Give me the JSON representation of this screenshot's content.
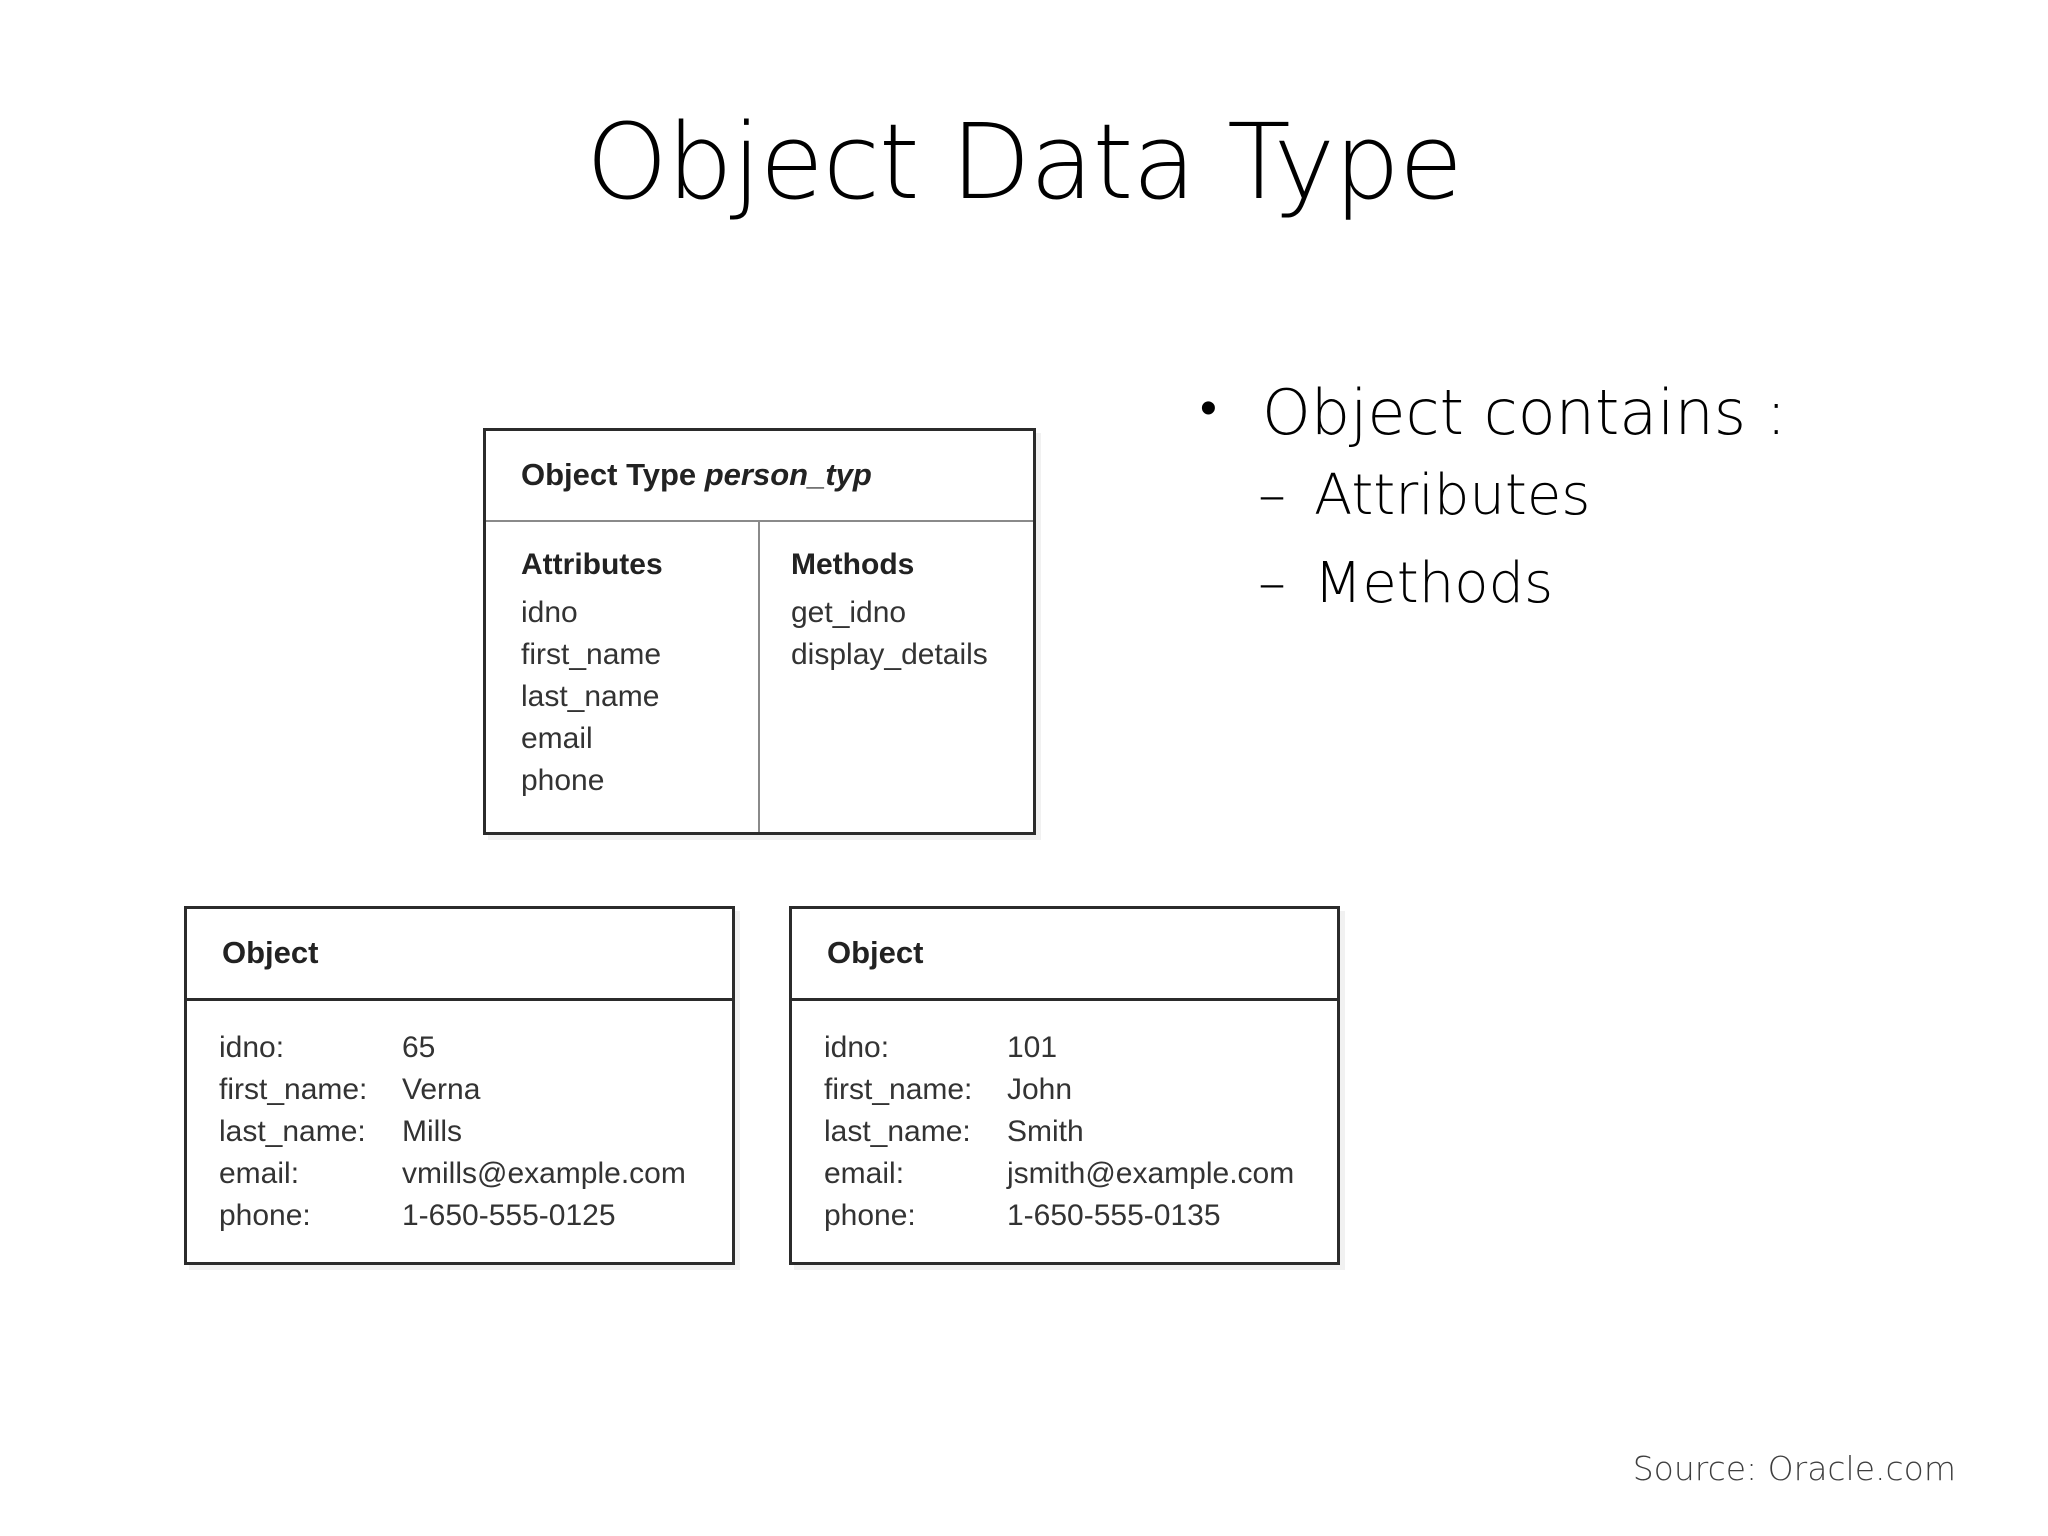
{
  "slide": {
    "title": "Object Data Type",
    "background_color": "#ffffff",
    "source_note": "Source: Oracle.com"
  },
  "object_type_diagram": {
    "header_prefix": "Object Type ",
    "type_name": "person_typ",
    "attributes_title": "Attributes",
    "attributes": [
      "idno",
      "first_name",
      "last_name",
      "email",
      "phone"
    ],
    "methods_title": "Methods",
    "methods": [
      "get_idno",
      "display_details"
    ]
  },
  "object_instances": [
    {
      "header": "Object",
      "fields": [
        {
          "key": "idno:",
          "value": "65"
        },
        {
          "key": "first_name:",
          "value": "Verna"
        },
        {
          "key": "last_name:",
          "value": "Mills"
        },
        {
          "key": "email:",
          "value": "vmills@example.com"
        },
        {
          "key": "phone:",
          "value": "1-650-555-0125"
        }
      ]
    },
    {
      "header": "Object",
      "fields": [
        {
          "key": "idno:",
          "value": "101"
        },
        {
          "key": "first_name:",
          "value": "John"
        },
        {
          "key": "last_name:",
          "value": "Smith"
        },
        {
          "key": "email:",
          "value": "jsmith@example.com"
        },
        {
          "key": "phone:",
          "value": "1-650-555-0135"
        }
      ]
    }
  ],
  "bullets": {
    "level1_marker": "•",
    "level2_marker": "–",
    "items": [
      {
        "text": "Object contains :",
        "children": [
          "Attributes",
          "Methods"
        ]
      }
    ]
  }
}
